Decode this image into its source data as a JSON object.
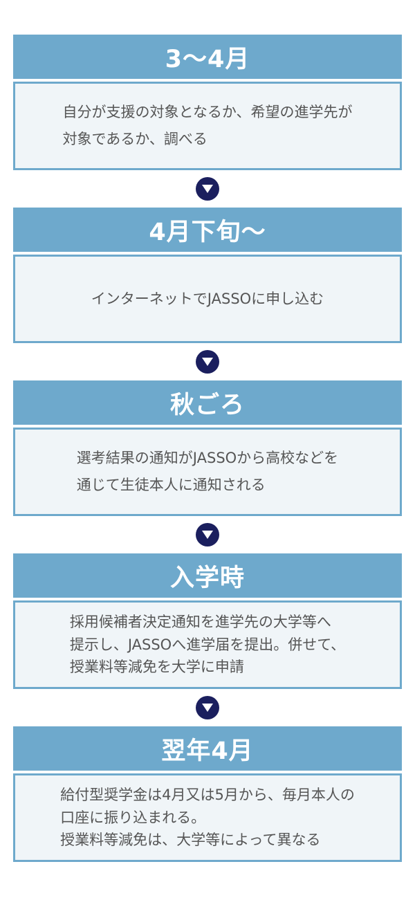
{
  "steps": [
    {
      "title": "3〜4月",
      "body": "自分が支援の対象となるか、希望の進学先が\n対象であるか、調べる"
    },
    {
      "title": "4月下旬〜",
      "body": "インターネットでJASSOに申し込む"
    },
    {
      "title": "秋ごろ",
      "body": "選考結果の通知がJASSOから高校などを\n通じて生徒本人に通知される"
    },
    {
      "title": "入学時",
      "body": "採用候補者決定通知を進学先の大学等へ\n提示し、JASSOへ進学届を提出。併せて、\n授業料等減免を大学に申請"
    },
    {
      "title": "翌年4月",
      "body": "給付型奨学金は4月又は5月から、毎月本人の\n口座に振り込まれる。\n授業料等減免は、大学等によって異なる"
    }
  ],
  "colors": {
    "header_bg": "#6ea9cc",
    "body_bg": "#f0f5f8",
    "arrow": "#1b1f5e"
  },
  "icons": {
    "arrow": "down-triangle-icon"
  }
}
